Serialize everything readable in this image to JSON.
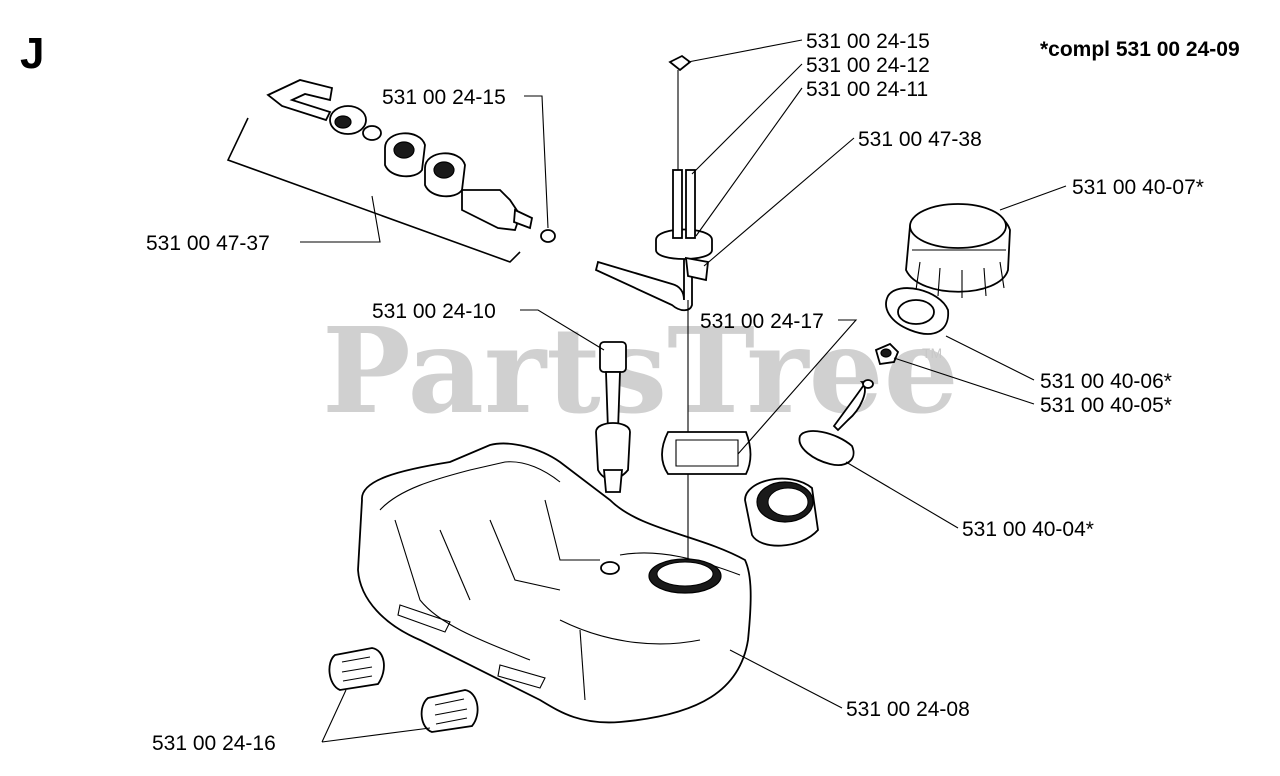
{
  "section_letter": "J",
  "complete_note": "*compl 531 00 24-09",
  "watermark": {
    "text": "PartsTree",
    "mark": "TM"
  },
  "labels": {
    "fuel_line_clip": "531 00 24-15",
    "filter_assembly_clip": "531 00 24-15",
    "grommet_tube": "531 00 24-12",
    "tube": "531 00 24-11",
    "vent_valve": "531 00 47-38",
    "fuel_cap": "531 00 40-07*",
    "filter_assembly": "531 00 47-37",
    "fuel_pickup": "531 00 24-10",
    "cushion": "531 00 24-17",
    "cap_gasket": "531 00 40-06*",
    "retainer": "531 00 40-05*",
    "strap": "531 00 40-04*",
    "fuel_tank": "531 00 24-08",
    "rubber_buffer": "531 00 24-16"
  }
}
